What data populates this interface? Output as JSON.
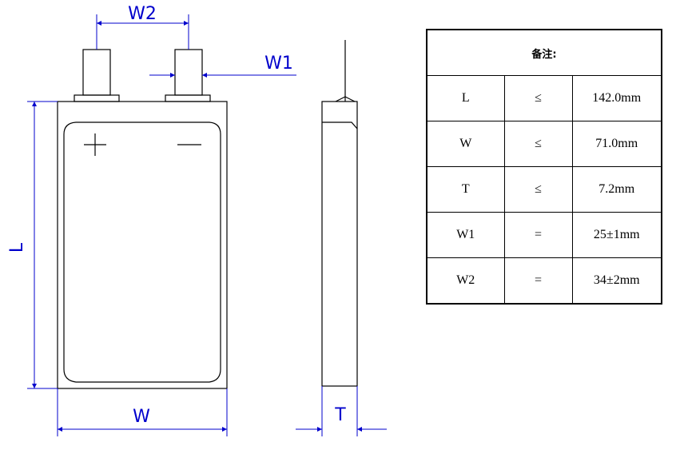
{
  "drawing": {
    "labels": {
      "w2": "W2",
      "w1": "W1",
      "l": "L",
      "w": "W",
      "t": "T"
    },
    "colors": {
      "dimension": "#0000cc",
      "outline": "#000000"
    }
  },
  "table": {
    "header": "备注:",
    "rows": [
      {
        "param": "L",
        "op": "≤",
        "value": "142.0mm"
      },
      {
        "param": "W",
        "op": "≤",
        "value": "71.0mm"
      },
      {
        "param": "T",
        "op": "≤",
        "value": "7.2mm"
      },
      {
        "param": "W1",
        "op": "=",
        "value": "25±1mm"
      },
      {
        "param": "W2",
        "op": "=",
        "value": "34±2mm"
      }
    ]
  }
}
